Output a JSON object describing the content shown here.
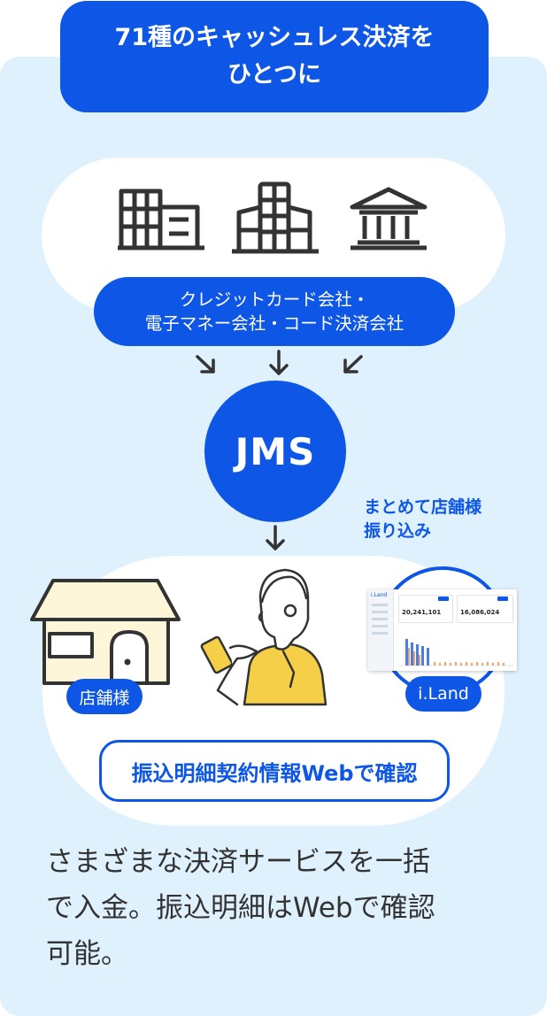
{
  "title": {
    "line1": "71種のキャッシュレス決済を",
    "line2": "ひとつに"
  },
  "companies": {
    "line1": "クレジットカード会社・",
    "line2": "電子マネー会社・コード決済会社"
  },
  "jms": "JMS",
  "payout": {
    "line1": "まとめて店舗様",
    "line2": "振り込み"
  },
  "store_label": "店舗様",
  "iland_label": "i.Land",
  "iland_screen": {
    "logo": "i.Land",
    "value_a": "20,241,101",
    "value_b": "16,086,024"
  },
  "web_button": "振込明細契約情報Webで確認",
  "description": {
    "line1": "さまざまな決済サービスを一括",
    "line2": "で入金。振込明細はWebで確認",
    "line3": "可能。"
  },
  "colors": {
    "brand_blue": "#0d56e6",
    "panel_bg": "#dff1fd",
    "house": "#fdf6d9",
    "person_shirt": "#f5cf47"
  }
}
